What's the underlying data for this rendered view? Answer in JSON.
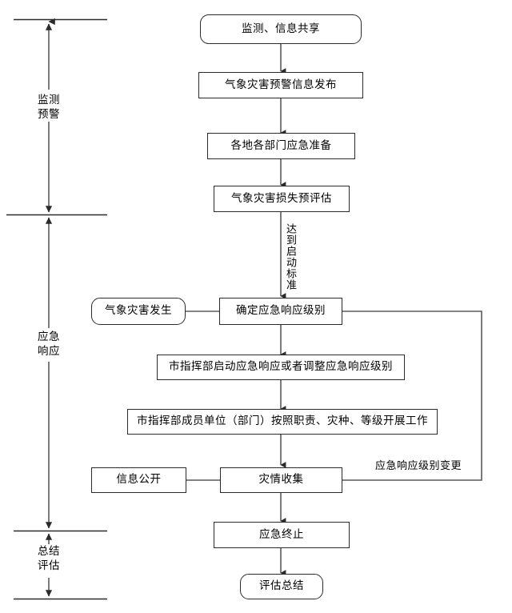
{
  "diagram": {
    "title_present": false,
    "colors": {
      "line": "#3f3f3f",
      "box_border": "#2b2b2b",
      "text": "#000000",
      "background": "#ffffff"
    },
    "phases": [
      {
        "id": "phase-monitoring",
        "label_line1": "监测",
        "label_line2": "预警"
      },
      {
        "id": "phase-response",
        "label_line1": "应急",
        "label_line2": "响应"
      },
      {
        "id": "phase-summary",
        "label_line1": "总结",
        "label_line2": "评估"
      }
    ],
    "nodes": [
      {
        "id": "node-monitor-share",
        "label": "监测、信息共享",
        "shape": "rounded"
      },
      {
        "id": "node-warning-release",
        "label": "气象灾害预警信息发布",
        "shape": "rect"
      },
      {
        "id": "node-emergency-prep",
        "label": "各地各部门应急准备",
        "shape": "rect"
      },
      {
        "id": "node-loss-preassessment",
        "label": "气象灾害损失预评估",
        "shape": "rect"
      },
      {
        "id": "node-disaster-occurs",
        "label": "气象灾害发生",
        "shape": "rounded"
      },
      {
        "id": "node-determine-level",
        "label": "确定应急响应级别",
        "shape": "rect"
      },
      {
        "id": "node-activate-adjust",
        "label": "市指挥部启动应急响应或者调整应急响应级别",
        "shape": "rect"
      },
      {
        "id": "node-member-units-work",
        "label": "市指挥部成员单位（部门）按照职责、灾种、等级开展工作",
        "shape": "rect"
      },
      {
        "id": "node-info-disclosure",
        "label": "信息公开",
        "shape": "rect"
      },
      {
        "id": "node-disaster-collection",
        "label": "灾情收集",
        "shape": "rect"
      },
      {
        "id": "node-emergency-termination",
        "label": "应急终止",
        "shape": "rect"
      },
      {
        "id": "node-assessment-summary",
        "label": "评估总结",
        "shape": "rounded"
      }
    ],
    "edge_labels": [
      {
        "id": "edge-label-activation-standard",
        "text": "达到启动标准",
        "orientation": "vertical"
      },
      {
        "id": "edge-label-level-change",
        "text": "应急响应级别变更",
        "orientation": "horizontal"
      }
    ]
  }
}
